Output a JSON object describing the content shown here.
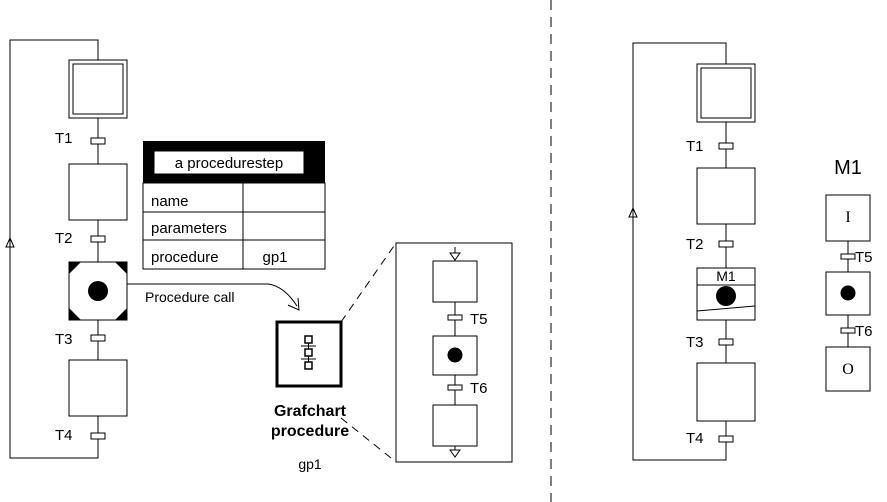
{
  "left_chart": {
    "transitions": [
      "T1",
      "T2",
      "T3",
      "T4"
    ]
  },
  "procedure_step_table": {
    "title": "a procedurestep",
    "rows": [
      {
        "key": "name",
        "value": ""
      },
      {
        "key": "parameters",
        "value": ""
      },
      {
        "key": "procedure",
        "value": "gp1"
      }
    ]
  },
  "procedure_call_label": "Procedure call",
  "grafchart_procedure": {
    "title_line1": "Grafchart",
    "title_line2": "procedure",
    "name": "gp1"
  },
  "expanded_procedure": {
    "transitions": [
      "T5",
      "T6"
    ]
  },
  "right_chart": {
    "transitions": [
      "T1",
      "T2",
      "T3",
      "T4"
    ],
    "macro_step_label": "M1"
  },
  "macro_step_detail": {
    "title": "M1",
    "in_label": "I",
    "out_label": "O",
    "transitions": [
      "T5",
      "T6"
    ]
  }
}
